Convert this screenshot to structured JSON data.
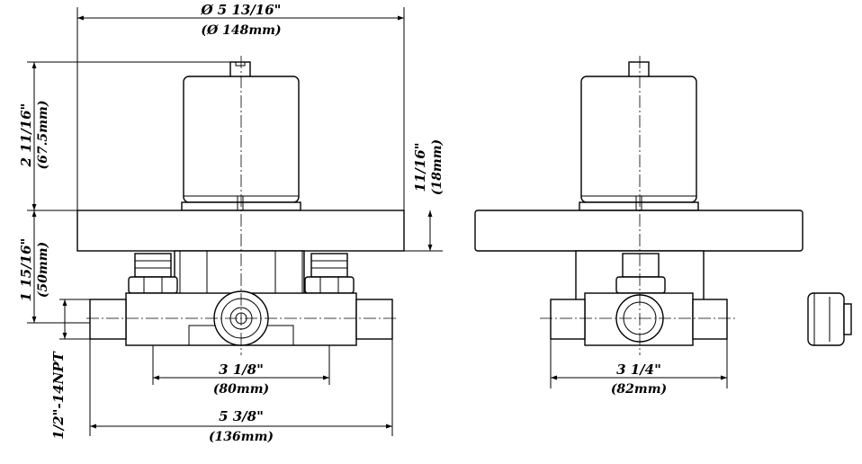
{
  "dimensions": {
    "flange_diameter": {
      "imperial": "Ø 5 13/16\"",
      "metric": "(Ø 148mm)"
    },
    "body_height": {
      "imperial": "2 11/16\"",
      "metric": "(67.5mm)"
    },
    "flange_offset": {
      "imperial": "11/16\"",
      "metric": "(18mm)"
    },
    "lower_height": {
      "imperial": "1 15/16\"",
      "metric": "(50mm)"
    },
    "thread": {
      "label": "1/2\"-14NPT"
    },
    "inner_spacing": {
      "imperial": "3 1/8\"",
      "metric": "(80mm)"
    },
    "overall_width": {
      "imperial": "5 3/8\"",
      "metric": "(136mm)"
    },
    "side_width": {
      "imperial": "3 1/4\"",
      "metric": "(82mm)"
    }
  }
}
